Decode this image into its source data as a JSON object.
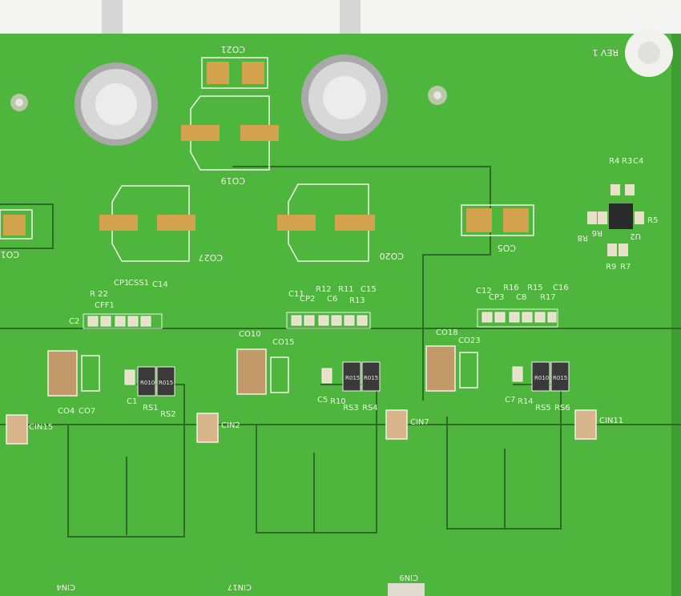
{
  "board": {
    "colors": {
      "background": "#f4f4f2",
      "board": "#4eb53d",
      "board_shade": "#3f9e33",
      "trace": "#2f6b26",
      "pad": "#d2a24c",
      "silver": "#c8c8c8",
      "silk": "#f2f2ea"
    },
    "rev": "REV 1",
    "labels": {
      "co21": "CO21",
      "co19": "CO19",
      "co27": "CO27",
      "co20": "CO20",
      "co5": "CO5",
      "co1": "CO1",
      "c4": "C4",
      "r3": "R3",
      "r4": "R4",
      "r5": "R5",
      "r6": "R6",
      "r8": "R8",
      "u2": "U2",
      "r9": "R9",
      "r7": "R7",
      "r22": "R 22",
      "cp1": "CP1",
      "css1": "CSS1",
      "c14": "C14",
      "cff1": "CFF1",
      "c2": "C2",
      "c11": "C11",
      "cp2": "CP2",
      "r12": "R12",
      "c6": "C6",
      "r11": "R11",
      "r13": "R13",
      "c15": "C15",
      "c12": "C12",
      "cp3": "CP3",
      "r16": "R16",
      "c8": "C8",
      "r15": "R15",
      "r17": "R17",
      "c16": "C16",
      "co10": "CO10",
      "co15": "CO15",
      "co18": "CO18",
      "co23": "CO23",
      "co4": "CO4",
      "co7": "CO7",
      "c1": "C1",
      "rs1": "RS1",
      "rs2": "RS2",
      "c5": "C5",
      "r10": "R10",
      "rs3": "RS3",
      "rs4": "RS4",
      "c7": "C7",
      "r14": "R14",
      "rs5": "RS5",
      "rs6": "RS6",
      "cin15": "CIN15",
      "cin2": "CIN2",
      "cin7": "CIN7",
      "cin11": "CIN11",
      "cin4": "CIN4",
      "cin17": "CIN17",
      "cin9": "CIN9"
    },
    "resistor_marks": {
      "r010": "R010",
      "r015": "R015"
    }
  }
}
